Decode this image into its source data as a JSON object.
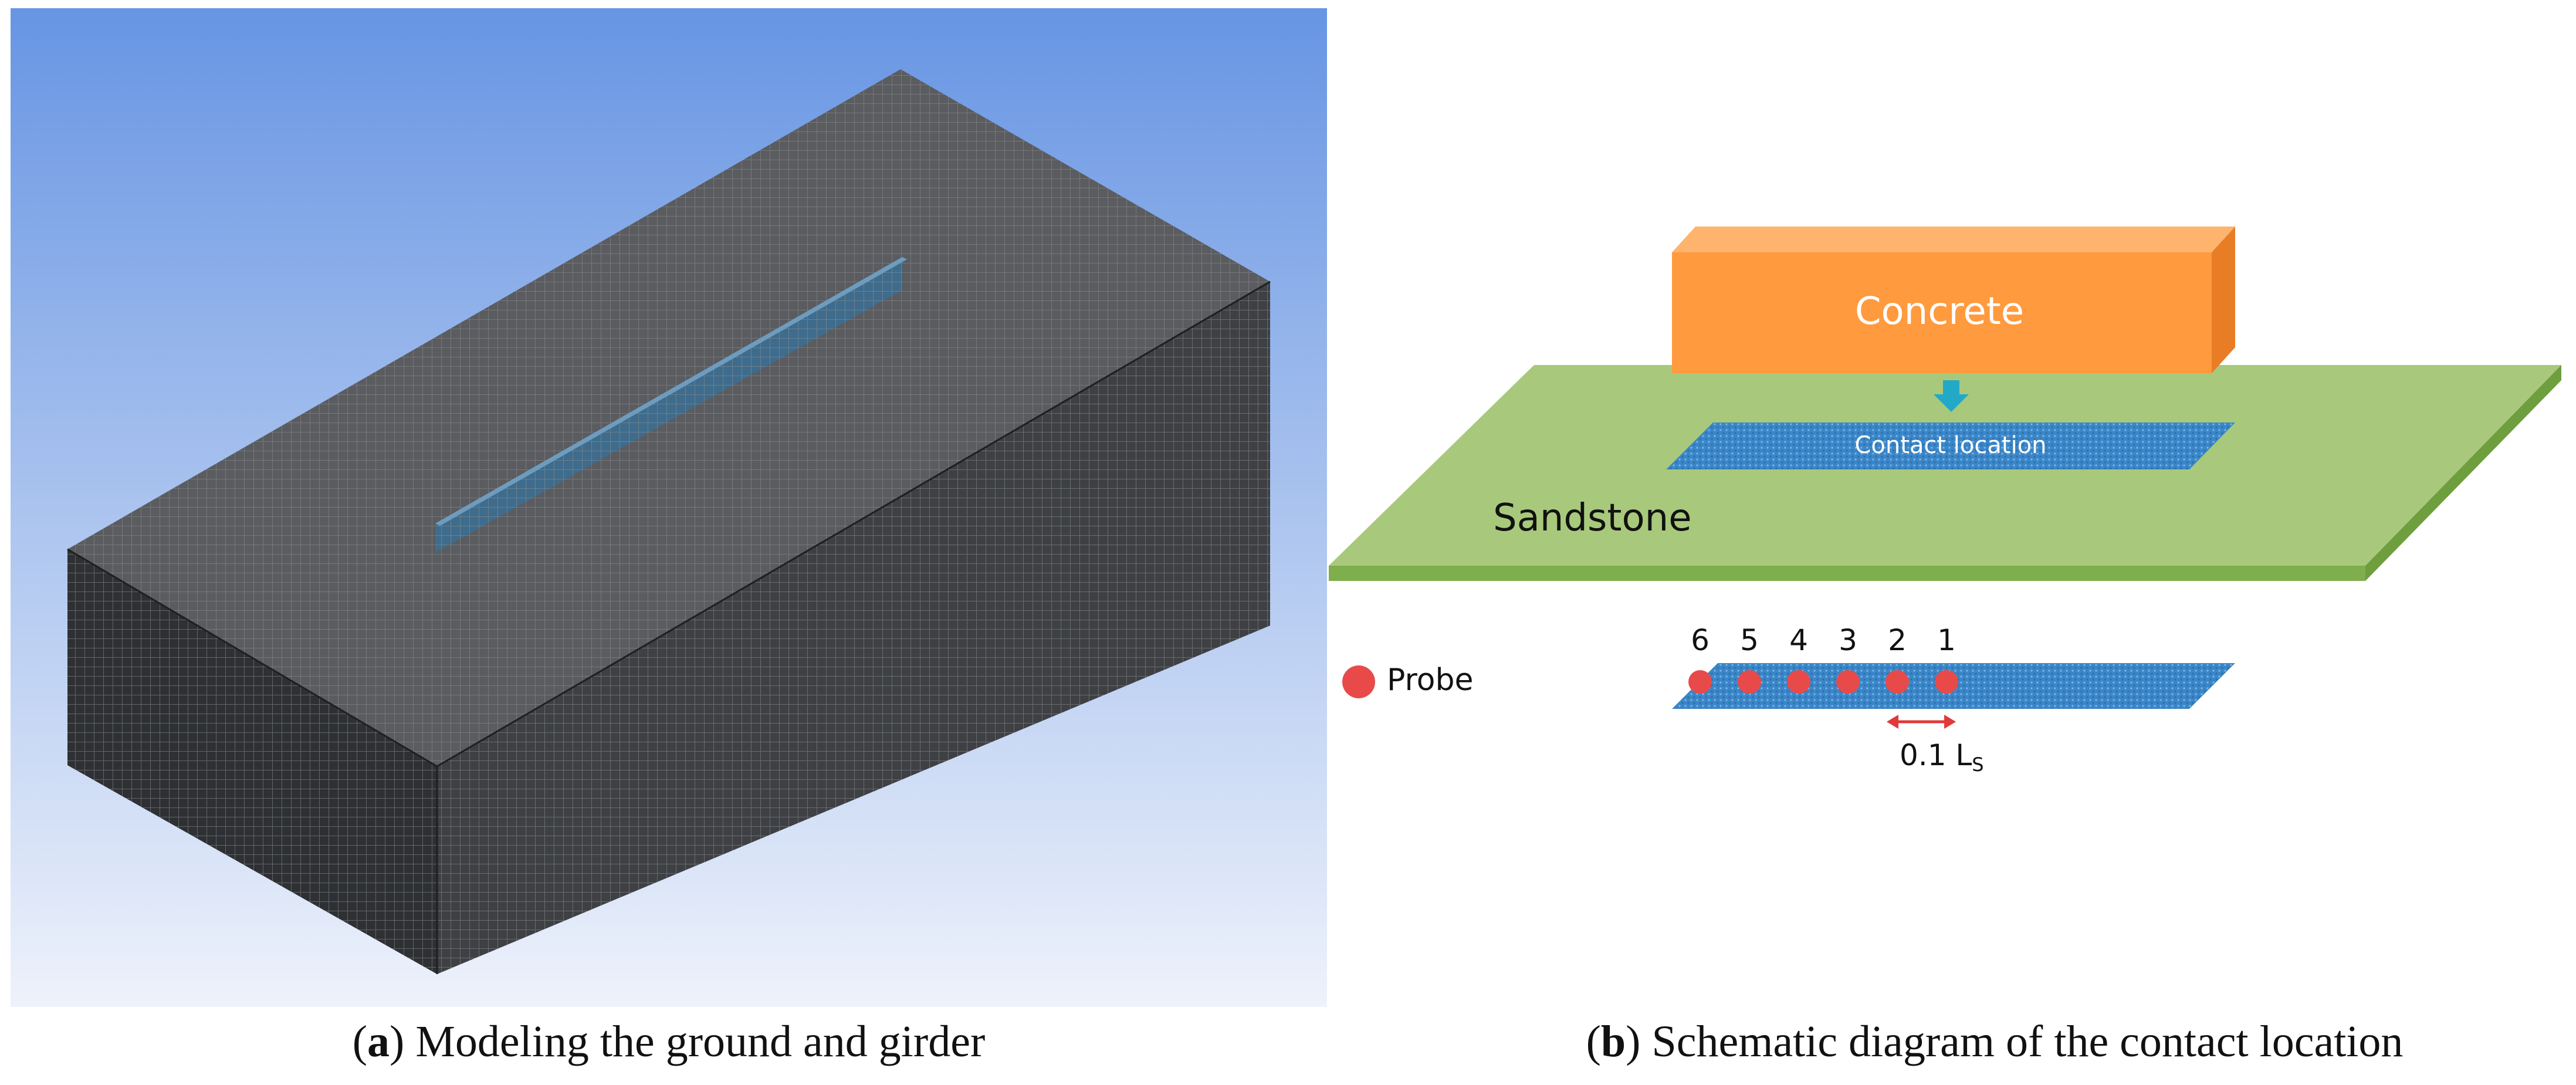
{
  "panel_a": {
    "caption_letter": "a",
    "caption_text": ") Modeling the ground and girder",
    "caption_open": "(",
    "colors": {
      "sky_top": "#6795E3",
      "sky_bottom": "#EEF2FB",
      "mesh_top": "#5A5C60",
      "mesh_front": "#3E4043",
      "mesh_side": "#2E3033",
      "girder": "#3F6C8C"
    }
  },
  "panel_b": {
    "caption_letter": "b",
    "caption_open": "(",
    "caption_text": ") Schematic diagram of the contact location",
    "concrete_label": "Concrete",
    "contact_label": "Contact location",
    "sandstone_label": "Sandstone",
    "probe_legend_label": "Probe",
    "probe_numbers": [
      "6",
      "5",
      "4",
      "3",
      "2",
      "1"
    ],
    "spacing_label_value": "0.1 L",
    "spacing_label_sub": "S",
    "colors": {
      "concrete_front": "#FF9A3E",
      "concrete_top": "#FFB46E",
      "concrete_side": "#E97D25",
      "sandstone": "#A8C97B",
      "sandstone_edge": "#7FAE4C",
      "contact": "#3A86C8",
      "probe": "#E84A4A",
      "arrow": "#22A9C7",
      "dimension": "#E03A3A"
    }
  }
}
